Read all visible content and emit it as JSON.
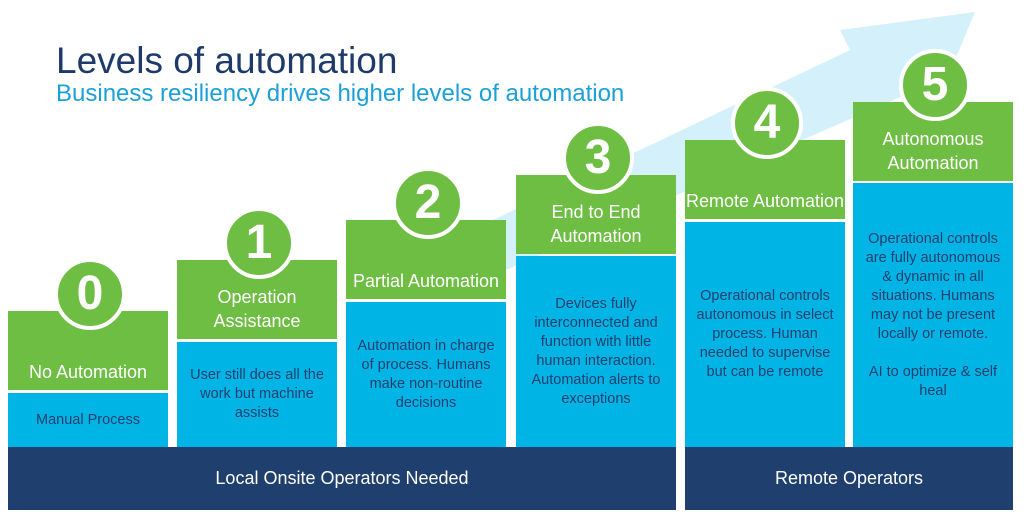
{
  "title": "Levels of automation",
  "subtitle": "Business resiliency drives higher levels of automation",
  "levels": [
    {
      "number": "0",
      "name": "No Automation",
      "description": "Manual Process"
    },
    {
      "number": "1",
      "name": "Operation Assistance",
      "description": "User still does all the work but machine assists"
    },
    {
      "number": "2",
      "name": "Partial Automation",
      "description": "Automation in charge of process. Humans make non-routine decisions"
    },
    {
      "number": "3",
      "name": "End to End Automation",
      "description": "Devices fully interconnected and function with little human interaction. Automation alerts to exceptions"
    },
    {
      "number": "4",
      "name": "Remote Automation",
      "description": "Operational controls autonomous in select process. Human needed to supervise but can be remote"
    },
    {
      "number": "5",
      "name": "Autonomous Automation",
      "description": "Operational controls are fully autonomous & dynamic in all situations.  Humans may not be present locally or remote.\n\nAI to optimize & self heal"
    }
  ],
  "groups": {
    "local": "Local Onsite Operators Needed",
    "remote": "Remote Operators"
  },
  "colors": {
    "green": "#6fbe44",
    "blue": "#00b5e6",
    "navy": "#1f3f6e",
    "arrow": "#d4f1fb"
  }
}
